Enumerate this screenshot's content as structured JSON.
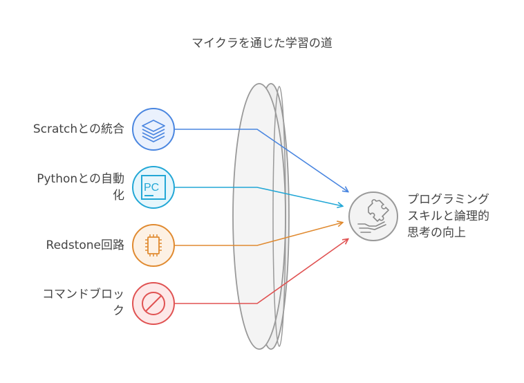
{
  "title": "マイクラを通じた学習の道",
  "inputs": [
    {
      "lines": [
        "Scratchとの統合"
      ],
      "icon": "layers-icon",
      "color": "#4a86e0",
      "fill": "#eaf1fd"
    },
    {
      "lines": [
        "Pythonとの自動",
        "化"
      ],
      "icon": "pycharm-icon",
      "color": "#22a7d6",
      "fill": "#e6f6fc"
    },
    {
      "lines": [
        "Redstone回路"
      ],
      "icon": "chip-icon",
      "color": "#e08a30",
      "fill": "#fdf1e4"
    },
    {
      "lines": [
        "コマンドブロッ",
        "ク"
      ],
      "icon": "prohibited-icon",
      "color": "#e05252",
      "fill": "#fde8e8"
    }
  ],
  "output": {
    "lines": [
      "プログラミング",
      "スキルと論理的",
      "思考の向上"
    ],
    "icon": "puzzle-hand-icon"
  },
  "icon_text": {
    "pc": "PC"
  }
}
